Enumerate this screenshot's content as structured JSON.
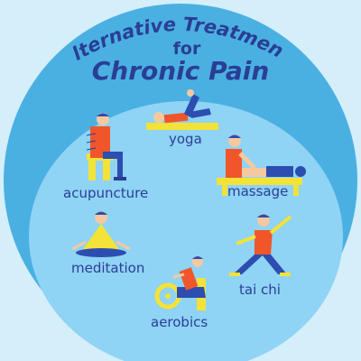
{
  "title": {
    "line1": "Alternative Treatments",
    "line2": "for",
    "line3": "Chronic Pain"
  },
  "treatments": {
    "acupuncture": "acupuncture",
    "yoga": "yoga",
    "massage": "massage",
    "meditation": "meditation",
    "tai_chi": "tai chi",
    "aerobics": "aerobics"
  },
  "colors": {
    "background": "#d4eefa",
    "outer_circle": "#4ab0e2",
    "inner_circle": "#8fd3f5",
    "text": "#2a3e95",
    "figure_orange": "#f0562a",
    "figure_yellow": "#f3e238",
    "figure_blue": "#2d4db0",
    "figure_skin": "#f3c9a0"
  }
}
